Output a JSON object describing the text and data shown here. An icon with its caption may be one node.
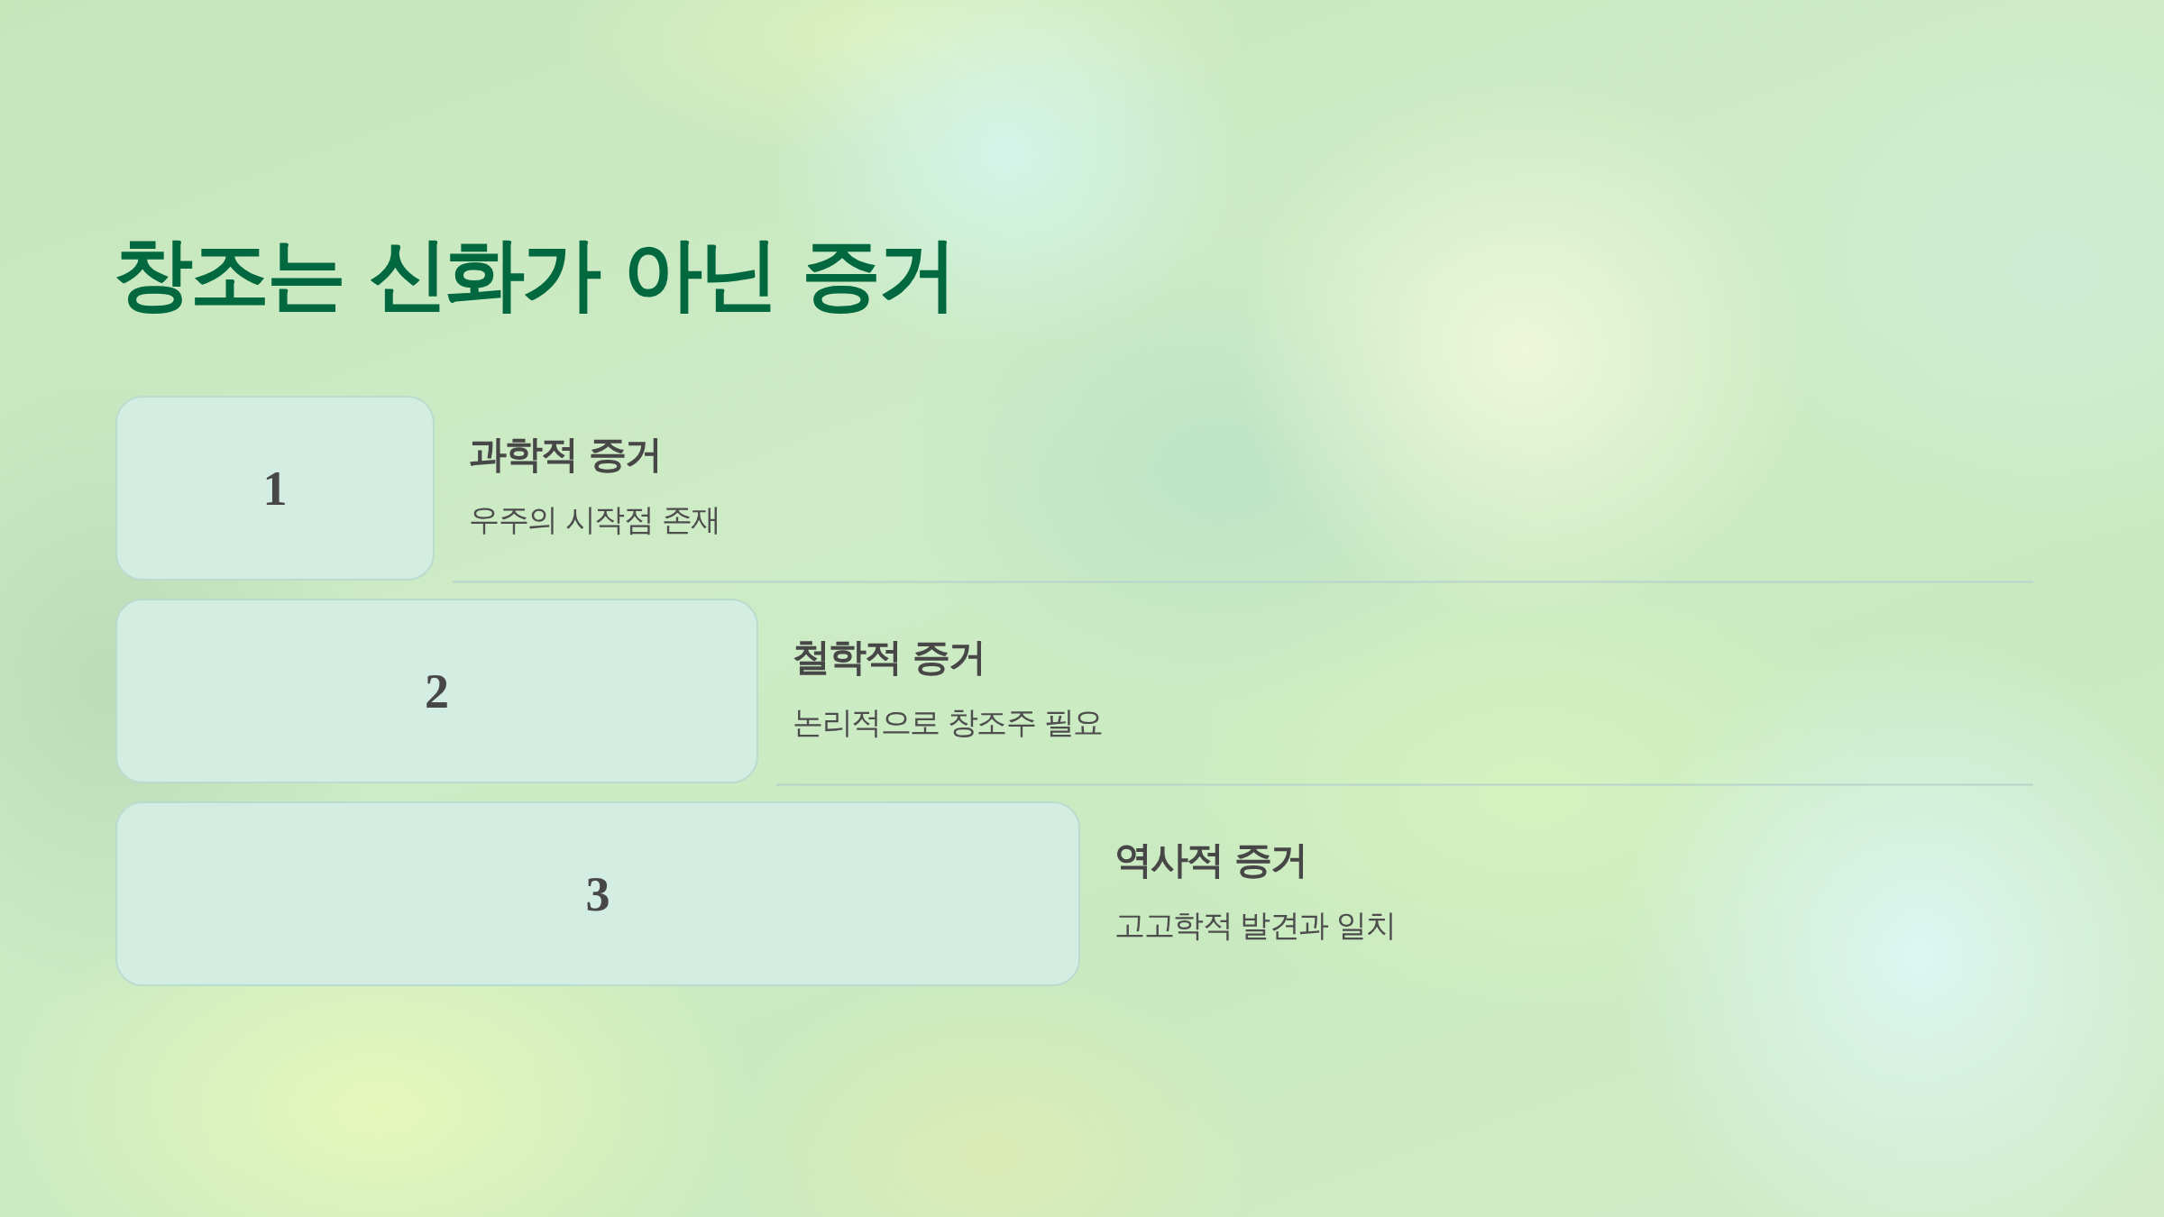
{
  "diagram": {
    "title": "창조는 신화가 아닌 증거",
    "nodes": [
      {
        "text": [
          "1"
        ],
        "beside": [
          "과학적 증거",
          "우주의 시작점 존재"
        ]
      },
      {
        "text": [
          "2"
        ],
        "beside": [
          "철학적 증거",
          "논리적으로 창조주 필요"
        ]
      },
      {
        "text": [
          "3"
        ],
        "beside": [
          "역사적 증거",
          "고고학적 발견과 일치"
        ]
      }
    ]
  }
}
